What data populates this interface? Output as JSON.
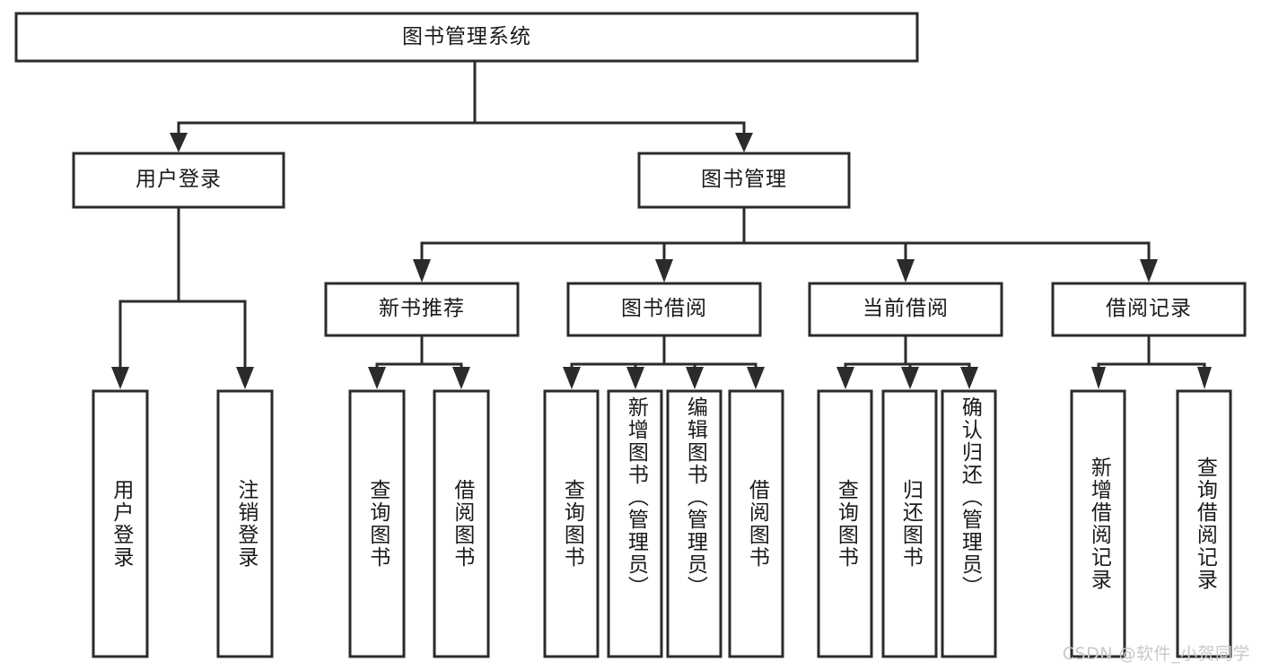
{
  "diagram": {
    "title": "图书管理系统",
    "type": "hierarchy-tree",
    "root": {
      "id": "root",
      "label": "图书管理系统",
      "orientation": "horizontal"
    },
    "level2": [
      {
        "id": "user-login",
        "label": "用户登录",
        "orientation": "horizontal"
      },
      {
        "id": "book-management",
        "label": "图书管理",
        "orientation": "horizontal"
      }
    ],
    "level3": [
      {
        "id": "new-book-recommend",
        "label": "新书推荐",
        "orientation": "horizontal",
        "parent": "book-management"
      },
      {
        "id": "book-borrow",
        "label": "图书借阅",
        "orientation": "horizontal",
        "parent": "book-management"
      },
      {
        "id": "current-borrow",
        "label": "当前借阅",
        "orientation": "horizontal",
        "parent": "book-management"
      },
      {
        "id": "borrow-record",
        "label": "借阅记录",
        "orientation": "horizontal",
        "parent": "book-management"
      }
    ],
    "leaves": [
      {
        "id": "leaf-user-login",
        "label": "用户登录",
        "orientation": "vertical",
        "parent": "user-login"
      },
      {
        "id": "leaf-logout",
        "label": "注销登录",
        "orientation": "vertical",
        "parent": "user-login"
      },
      {
        "id": "leaf-query-book-1",
        "label": "查询图书",
        "orientation": "vertical",
        "parent": "new-book-recommend"
      },
      {
        "id": "leaf-borrow-book-1",
        "label": "借阅图书",
        "orientation": "vertical",
        "parent": "new-book-recommend"
      },
      {
        "id": "leaf-query-book-2",
        "label": "查询图书",
        "orientation": "vertical",
        "parent": "book-borrow"
      },
      {
        "id": "leaf-add-book",
        "label": "新增图书（管理员）",
        "orientation": "vertical",
        "parent": "book-borrow"
      },
      {
        "id": "leaf-edit-book",
        "label": "编辑图书（管理员）",
        "orientation": "vertical",
        "parent": "book-borrow"
      },
      {
        "id": "leaf-borrow-book-2",
        "label": "借阅图书",
        "orientation": "vertical",
        "parent": "book-borrow"
      },
      {
        "id": "leaf-query-book-3",
        "label": "查询图书",
        "orientation": "vertical",
        "parent": "current-borrow"
      },
      {
        "id": "leaf-return-book",
        "label": "归还图书",
        "orientation": "vertical",
        "parent": "current-borrow"
      },
      {
        "id": "leaf-confirm-return",
        "label": "确认归还（管理员）",
        "orientation": "vertical",
        "parent": "current-borrow"
      },
      {
        "id": "leaf-add-record",
        "label": "新增借阅记录",
        "orientation": "vertical",
        "parent": "borrow-record"
      },
      {
        "id": "leaf-query-record",
        "label": "查询借阅记录",
        "orientation": "vertical",
        "parent": "borrow-record"
      }
    ],
    "colors": {
      "box_stroke": "#2b2b2b",
      "box_fill": "#ffffff",
      "connector": "#2b2b2b",
      "text": "#1a1a1a",
      "background": "#ffffff",
      "watermark": "#c9c9c9"
    }
  },
  "watermark": {
    "text": "CSDN @软件_小贺同学"
  }
}
